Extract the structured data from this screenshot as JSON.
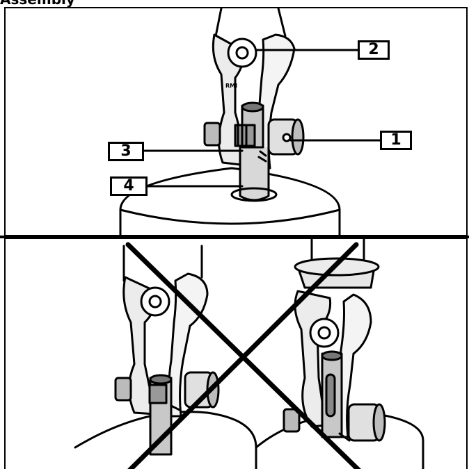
{
  "title": "Assembly",
  "callouts": {
    "c1": "1",
    "c2": "2",
    "c3": "3",
    "c4": "4"
  },
  "part_marking": "RMI"
}
